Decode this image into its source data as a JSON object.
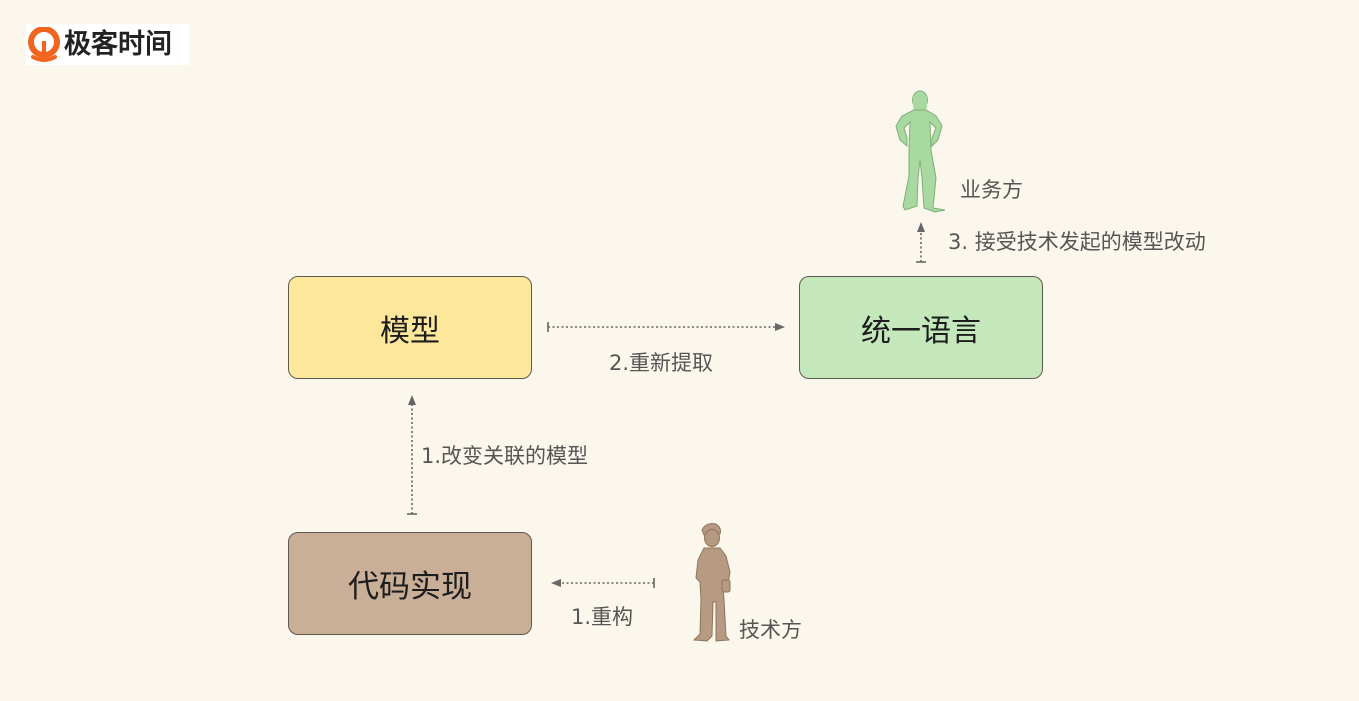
{
  "logo": {
    "text": "极客时间"
  },
  "boxes": {
    "model": "模型",
    "language": "统一语言",
    "code": "代码实现"
  },
  "edges": {
    "refactor": "1.重构",
    "change_model": "1.改变关联的模型",
    "re_extract": "2.重新提取",
    "accept_change": "3. 接受技术发起的模型改动"
  },
  "actors": {
    "business": "业务方",
    "tech": "技术方"
  },
  "colors": {
    "background": "#fbf7ec",
    "model_box": "#fde79a",
    "language_box": "#c4e8bb",
    "code_box": "#c9ae98",
    "business_figure": "#a8d9a0",
    "tech_figure": "#b79a82",
    "logo_orange": "#f0641e"
  }
}
